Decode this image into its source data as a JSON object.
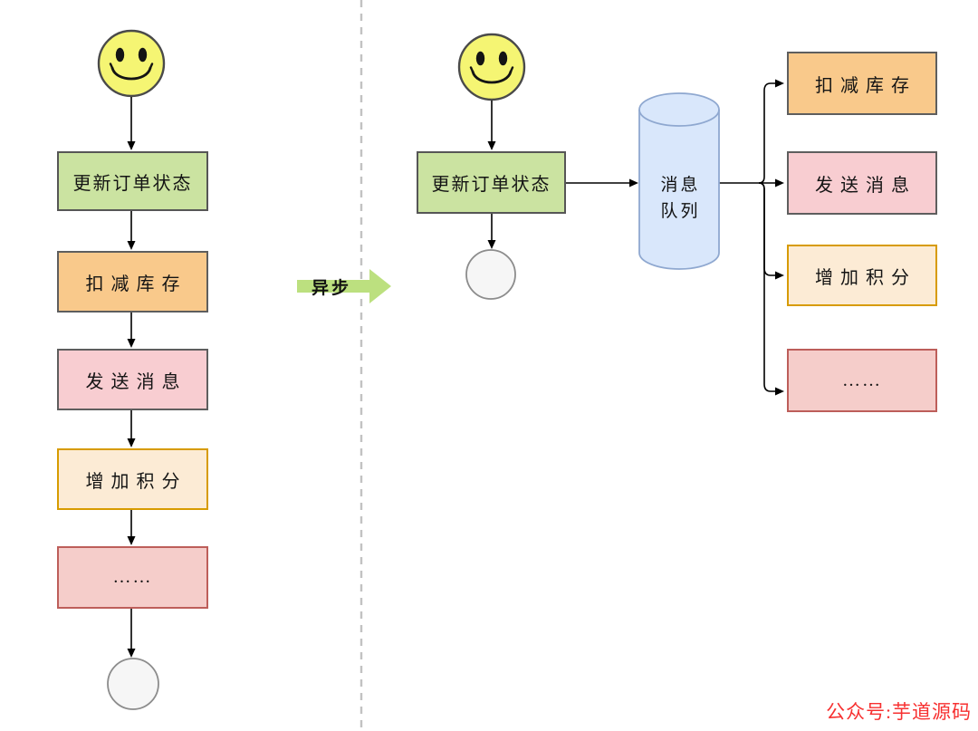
{
  "sync_flow": {
    "steps": [
      {
        "label": "更新订单状态"
      },
      {
        "label": "扣减库存"
      },
      {
        "label": "发送消息"
      },
      {
        "label": "增加积分"
      },
      {
        "label": "……"
      }
    ]
  },
  "transition": {
    "label": "异步"
  },
  "async_flow": {
    "producer_step": "更新订单状态",
    "queue": {
      "line1": "消息",
      "line2": "队列"
    },
    "consumers": [
      {
        "label": "扣减库存"
      },
      {
        "label": "发送消息"
      },
      {
        "label": "增加积分"
      },
      {
        "label": "……"
      }
    ]
  },
  "watermark": "公众号:芋道源码",
  "icons": {
    "start": "smiley-face-icon",
    "end": "end-circle",
    "queue": "cylinder-database"
  },
  "colors": {
    "step_green": "#cbe3a1",
    "step_orange": "#f9c98b",
    "step_pink": "#f8cdd1",
    "step_cream_fill": "#fcebd5",
    "step_cream_border": "#d79b00",
    "step_salmon_fill": "#f5cdca",
    "step_salmon_border": "#bd5e5a",
    "queue_fill": "#d9e7fb",
    "queue_border": "#8fa8d0",
    "smiley_yellow": "#f5f573",
    "transition_arrow_green": "#bce07f",
    "divider_gray": "#c2c2c2",
    "watermark_red": "#f73030"
  }
}
